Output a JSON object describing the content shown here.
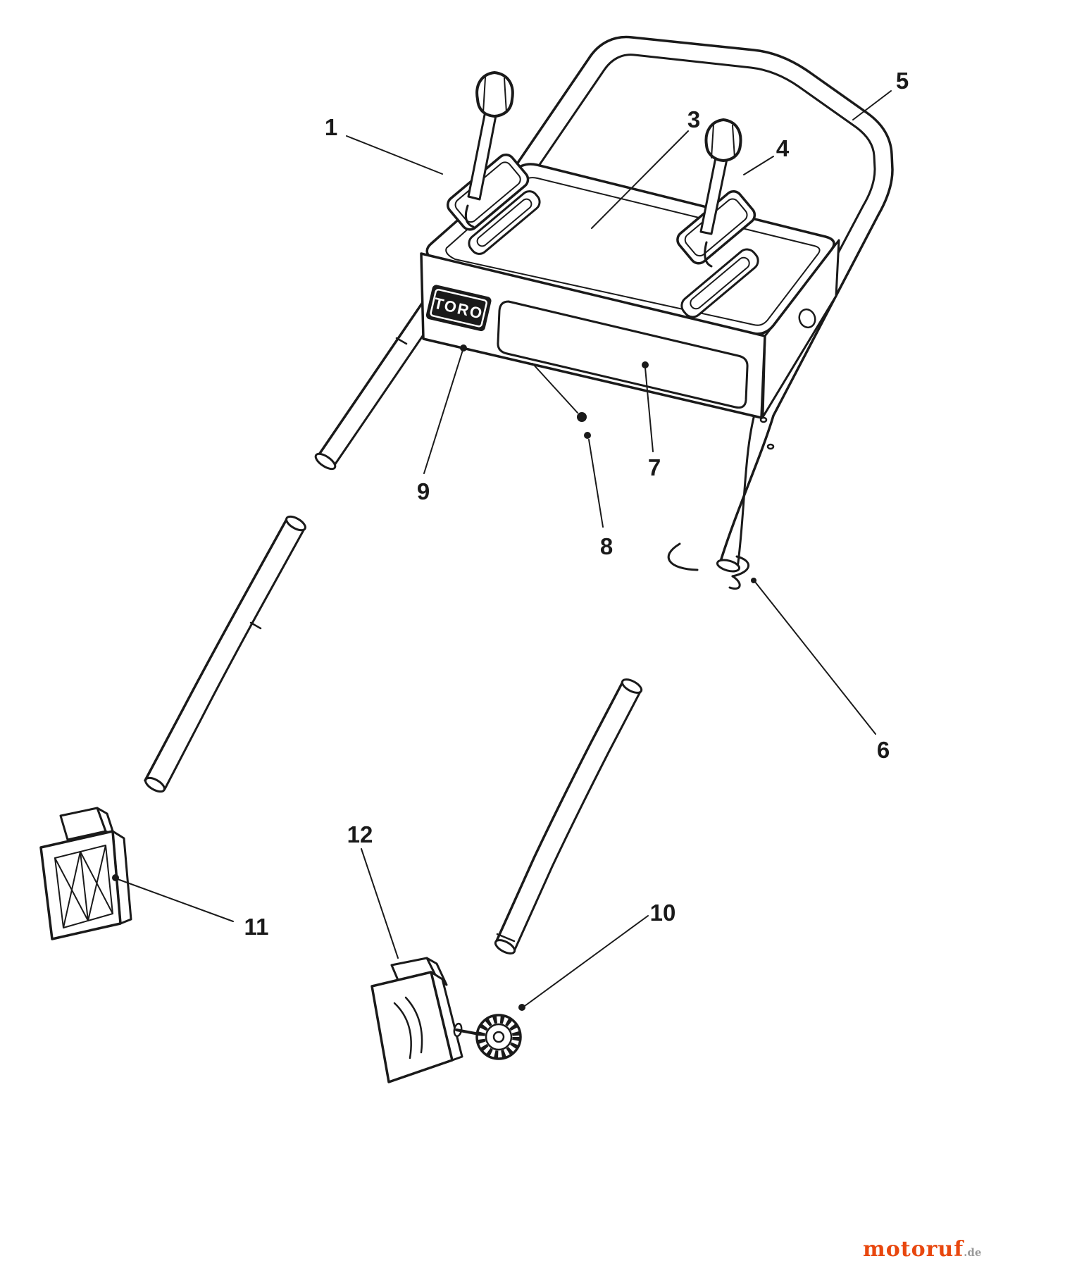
{
  "diagram": {
    "type": "exploded-parts-diagram",
    "panel_brand": "TORO",
    "line_color": "#1a1a1a",
    "background_color": "#ffffff",
    "callouts": [
      {
        "label": "1"
      },
      {
        "label": "3"
      },
      {
        "label": "4"
      },
      {
        "label": "5"
      },
      {
        "label": "6"
      },
      {
        "label": "7"
      },
      {
        "label": "8"
      },
      {
        "label": "9"
      },
      {
        "label": "10"
      },
      {
        "label": "11"
      },
      {
        "label": "12"
      }
    ],
    "watermark": {
      "name": "motoruf",
      "tld": ".de",
      "color": "#e8470e",
      "tld_color": "#9a9a9a"
    }
  }
}
